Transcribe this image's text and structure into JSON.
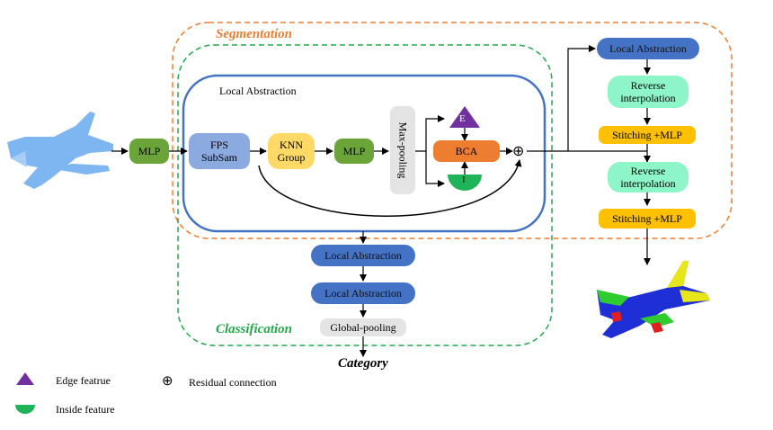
{
  "titles": {
    "segmentation": "Segmentation",
    "classification": "Classification",
    "category": "Category"
  },
  "local_abstraction_label": "Local Abstraction",
  "nodes": {
    "mlp_input": "MLP",
    "fps": "FPS\nSubSam",
    "knn": "KNN\nGroup",
    "mlp_inner": "MLP",
    "maxpool": "Max-pooling",
    "bca": "BCA",
    "edge_node": "E",
    "inside_node": "I",
    "residual_symbol": "⊕",
    "seg_la": "Local Abstraction",
    "seg_rev1": "Reverse\ninterpolation",
    "seg_stitch1": "Stitching +MLP",
    "seg_rev2": "Reverse\ninterpolation",
    "seg_stitch2": "Stitching +MLP",
    "cls_la1": "Local Abstraction",
    "cls_la2": "Local Abstraction",
    "cls_gpool": "Global-pooling"
  },
  "legend": {
    "edge": "Edge featrue",
    "inside": "Inside feature",
    "residual_symbol": "⊕",
    "residual": "Residual connection"
  },
  "colors": {
    "segmentation_border": "#ed7d31",
    "classification_border": "#22a84a",
    "local_abstraction_border": "#4472c4",
    "edge_triangle": "#7030a0",
    "inside_semicircle": "#1fb45a",
    "point_cloud": "#7db6f0"
  }
}
